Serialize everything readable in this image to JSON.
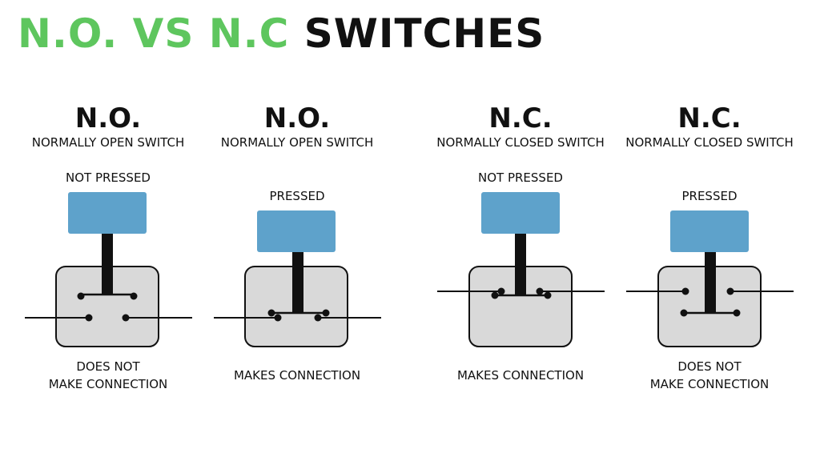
{
  "title": {
    "part1": "N.O. VS N.C",
    "part2": "SWITCHES"
  },
  "colors": {
    "accent_green": "#5ec65e",
    "button_blue": "#5ea2cb",
    "housing_gray": "#d9d9d9",
    "ink": "#111111"
  },
  "panels": [
    {
      "abbr": "N.O.",
      "full": "NORMALLY OPEN SWITCH",
      "state": "NOT PRESSED",
      "result_line1": "DOES NOT",
      "result_line2": "MAKE CONNECTION",
      "pressed": false,
      "type": "normally-open",
      "connected": false
    },
    {
      "abbr": "N.O.",
      "full": "NORMALLY OPEN SWITCH",
      "state": "PRESSED",
      "result_line1": "MAKES CONNECTION",
      "result_line2": "",
      "pressed": true,
      "type": "normally-open",
      "connected": true
    },
    {
      "abbr": "N.C.",
      "full": "NORMALLY CLOSED SWITCH",
      "state": "NOT PRESSED",
      "result_line1": "MAKES CONNECTION",
      "result_line2": "",
      "pressed": false,
      "type": "normally-closed",
      "connected": true
    },
    {
      "abbr": "N.C.",
      "full": "NORMALLY CLOSED SWITCH",
      "state": "PRESSED",
      "result_line1": "DOES NOT",
      "result_line2": "MAKE CONNECTION",
      "pressed": true,
      "type": "normally-closed",
      "connected": false
    }
  ]
}
